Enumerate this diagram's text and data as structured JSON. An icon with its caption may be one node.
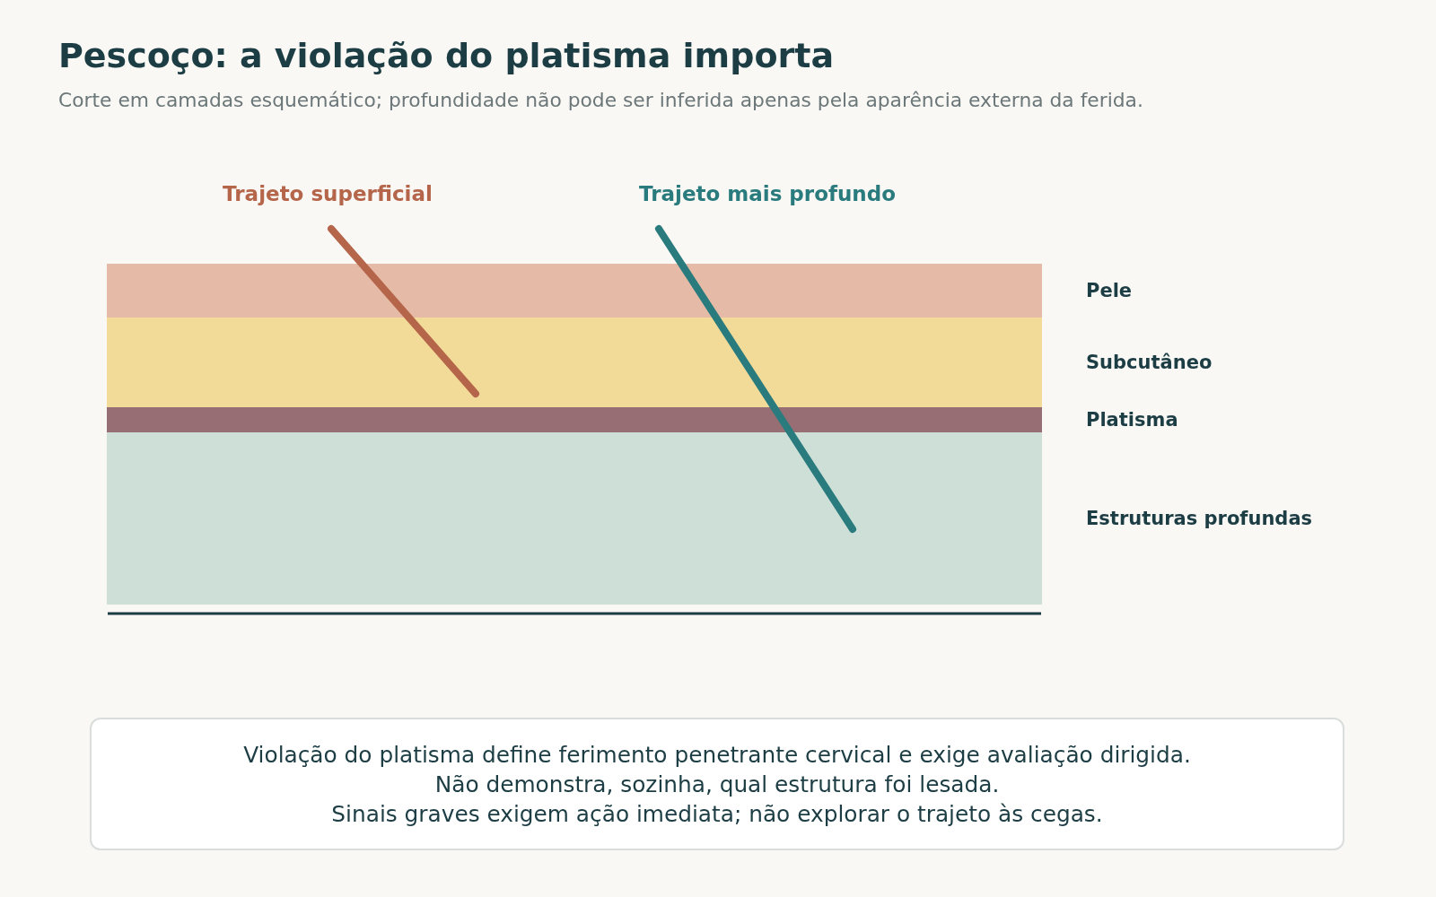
{
  "diagram": {
    "title": "Pescoço: a violação do platisma importa",
    "caption": "Corte em camadas esquemático; profundidade não pode ser inferida apenas pela aparência externa da ferida.",
    "nodes": [
      {
        "text": [
          "Pele"
        ]
      },
      {
        "text": [
          "Subcutâneo"
        ]
      },
      {
        "text": [
          "Platisma"
        ]
      },
      {
        "text": [
          "Estruturas profundas"
        ]
      },
      {
        "text": [
          "Violação do platisma define ferimento penetrante cervical e exige avaliação dirigida.",
          "Não demonstra, sozinha, qual estrutura foi lesada.",
          "Sinais graves exigem ação imediata; não explorar o trajeto às cegas."
        ]
      }
    ],
    "labels": [
      "Trajeto superficial",
      "Trajeto mais profundo"
    ]
  }
}
